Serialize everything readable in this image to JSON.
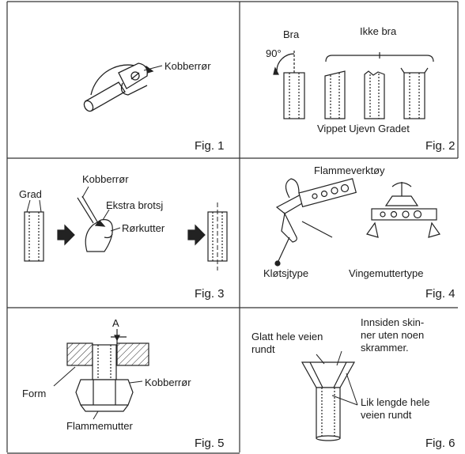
{
  "figures": [
    {
      "id": "fig1",
      "caption": "Fig. 1",
      "labels": [
        "Kobberrør"
      ]
    },
    {
      "id": "fig2",
      "caption": "Fig. 2",
      "labels": [
        "Bra",
        "Ikke bra",
        "90°",
        "Vippet Ujevn Gradet"
      ]
    },
    {
      "id": "fig3",
      "caption": "Fig. 3",
      "labels": [
        "Grad",
        "Kobberrør",
        "Ekstra brotsj",
        "Rørkutter"
      ]
    },
    {
      "id": "fig4",
      "caption": "Fig. 4",
      "labels": [
        "Flammeverktøy",
        "Kløtsjtype",
        "Vingemuttertype"
      ]
    },
    {
      "id": "fig5",
      "caption": "Fig. 5",
      "labels": [
        "A",
        "Kobberrør",
        "Form",
        "Flammemutter"
      ]
    },
    {
      "id": "fig6",
      "caption": "Fig. 6",
      "labels": [
        "Glatt hele veien",
        "rundt",
        "Innsiden skin-",
        "ner uten noen",
        "skrammer.",
        "Lik lengde hele",
        "veien rundt"
      ]
    }
  ]
}
